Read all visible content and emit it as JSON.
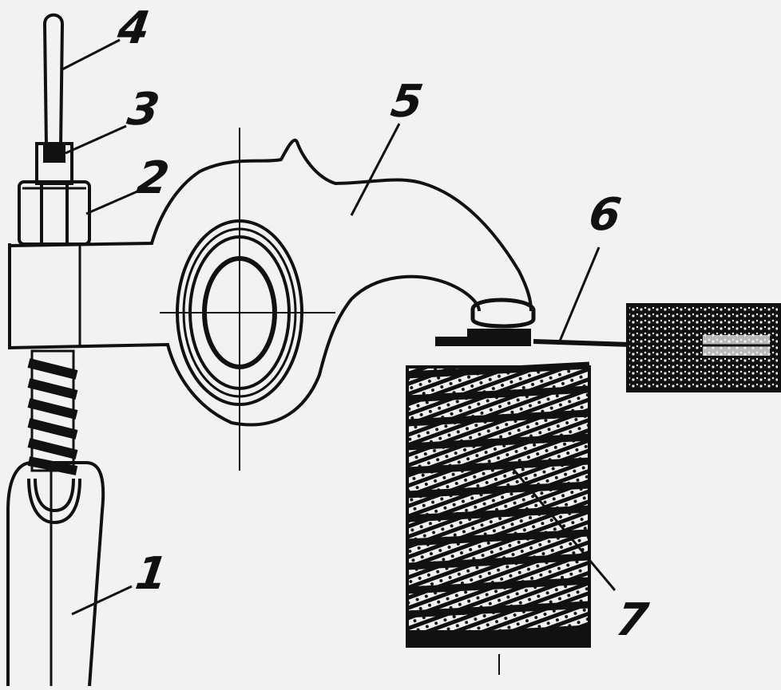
{
  "labels": {
    "pushrod": "1",
    "locknut": "2",
    "adjusting_screw": "3",
    "screwdriver": "4",
    "rocker_arm": "5",
    "feeler_gauge": "6",
    "valve_spring": "7"
  },
  "colors": {
    "background": "#f2f2f2",
    "ink": "#111111"
  }
}
